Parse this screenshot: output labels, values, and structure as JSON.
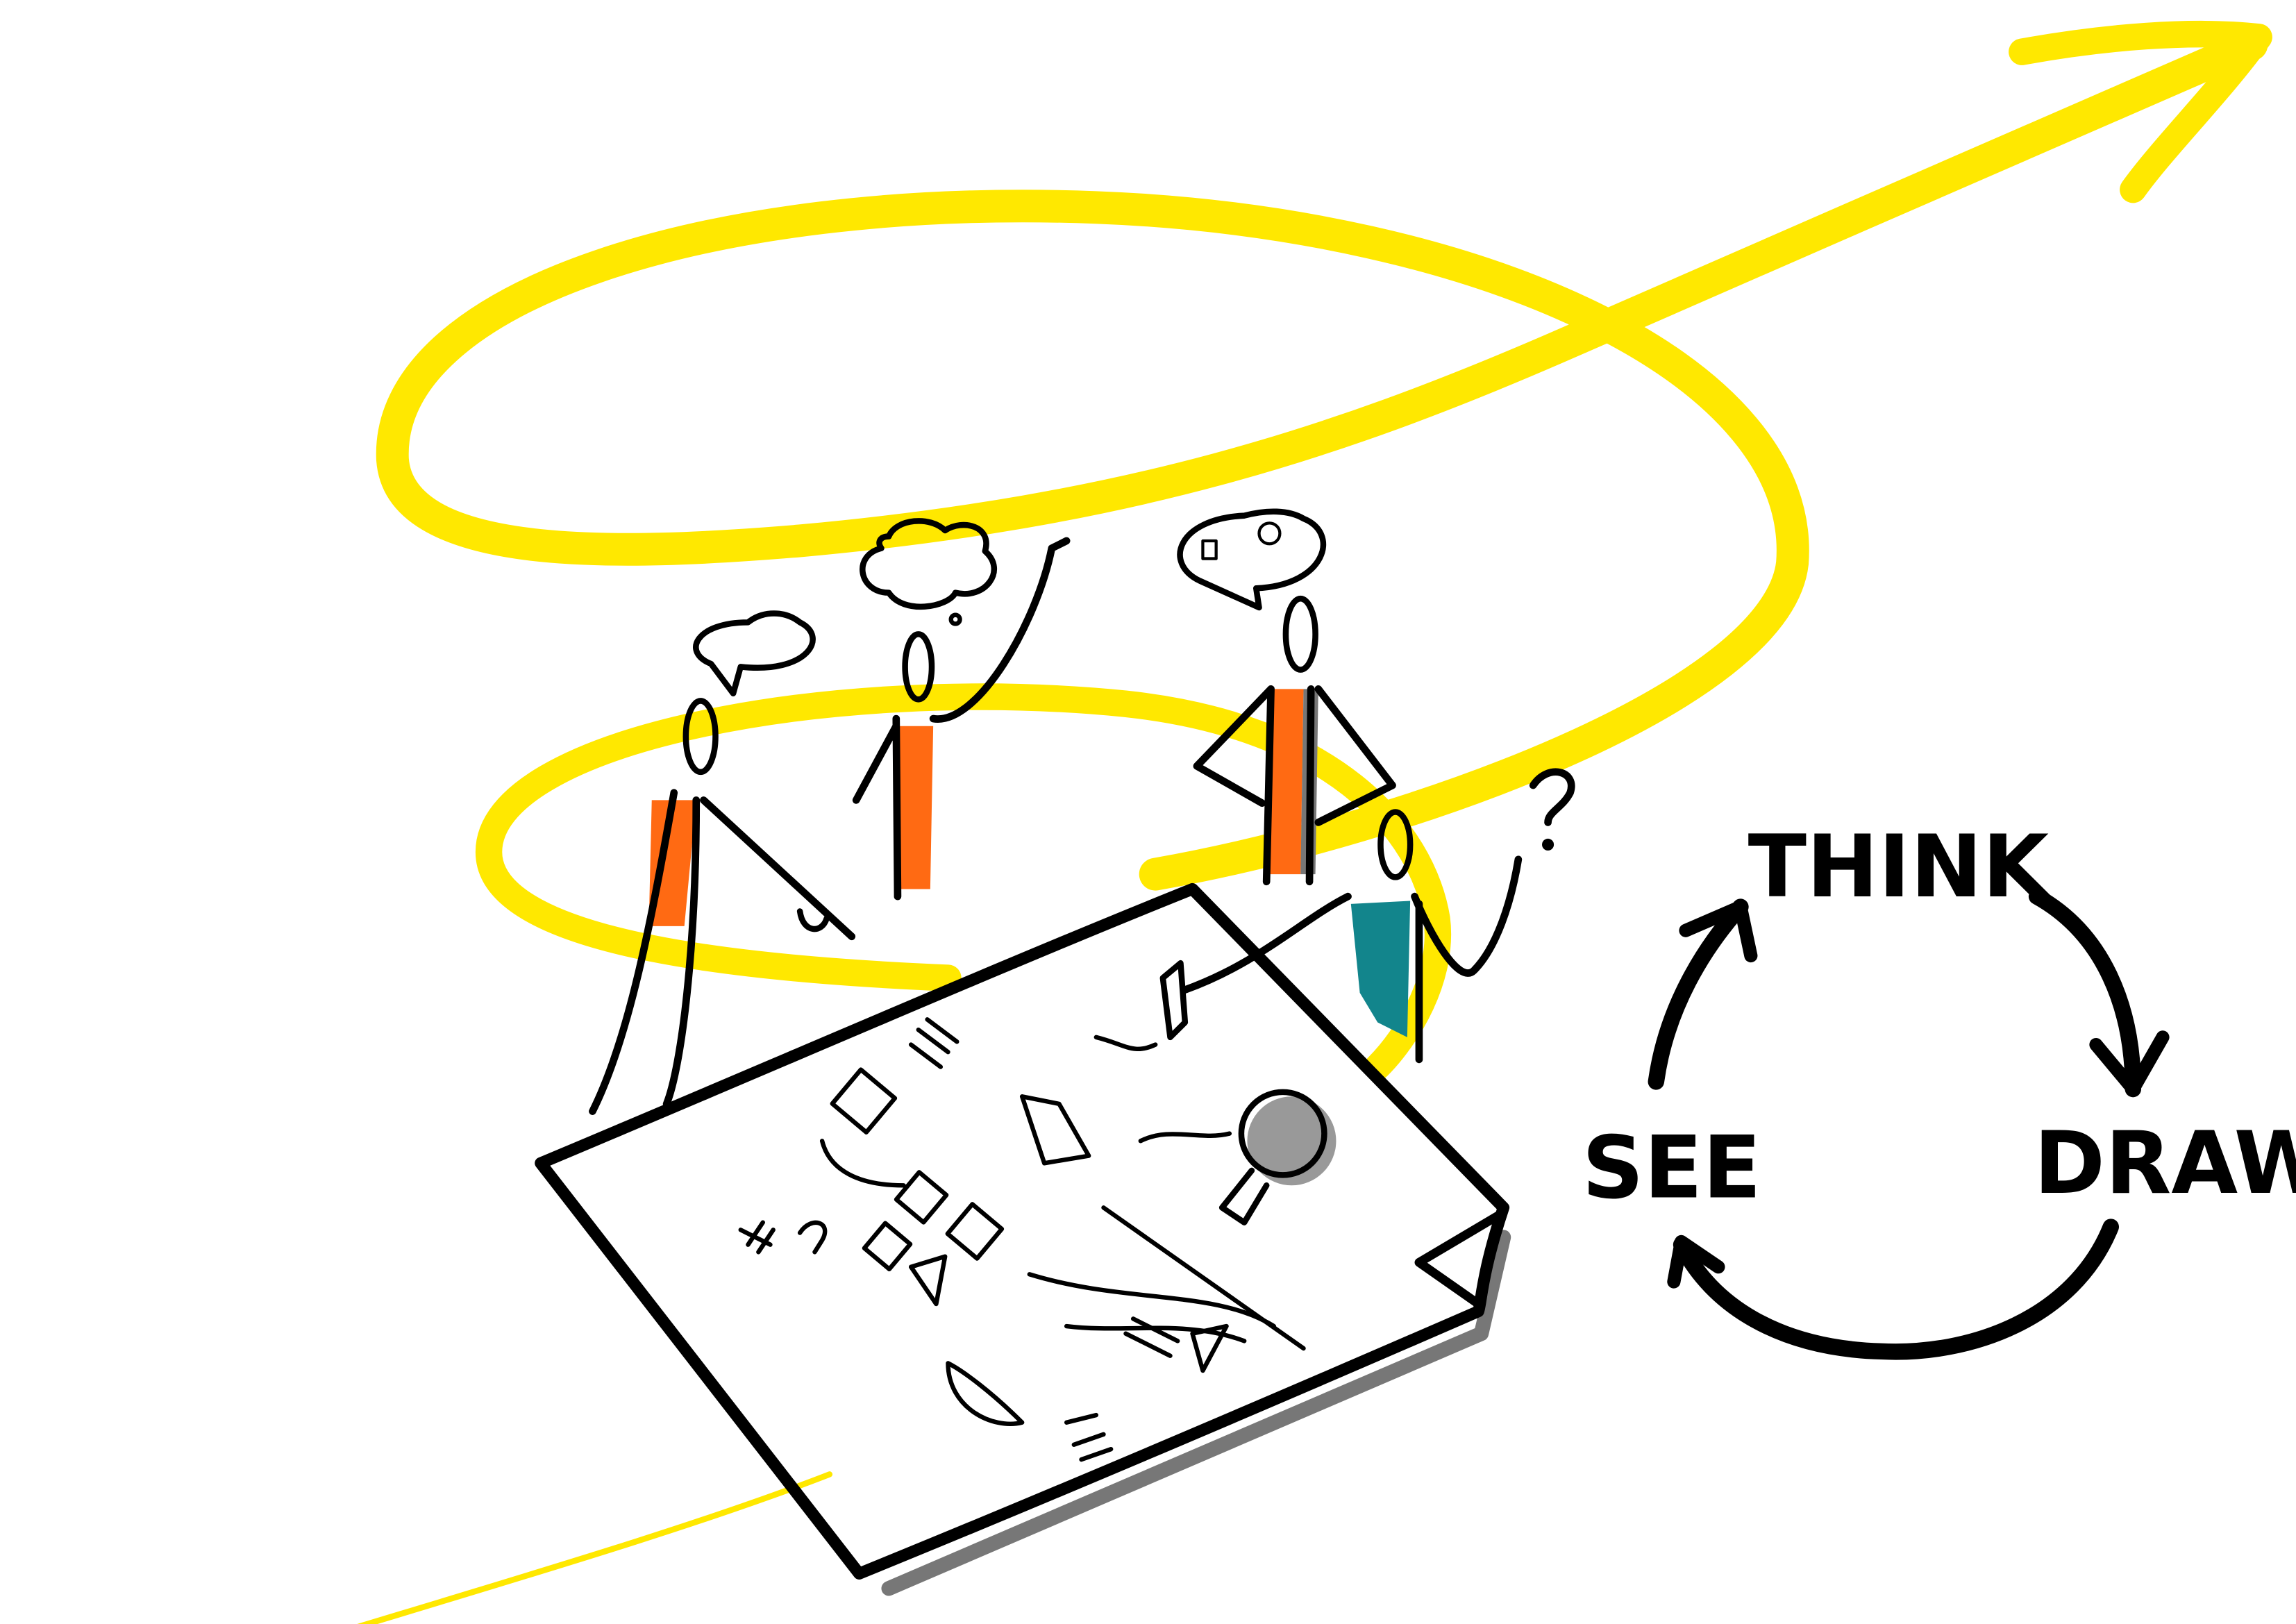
{
  "cycle": {
    "steps": [
      "THINK",
      "DRAW",
      "SEE"
    ]
  },
  "colors": {
    "spiral": "#FFE800",
    "ink": "#000000",
    "shadow": "#777777",
    "orange": "#FF6A13",
    "teal": "#12858C",
    "background": "#FFFFFF"
  },
  "icons": [
    "spiral-arrow",
    "person",
    "speech-bubble",
    "thought-bubble",
    "lightbulb",
    "question-mark",
    "paper-sheet",
    "cycle-arrow"
  ]
}
